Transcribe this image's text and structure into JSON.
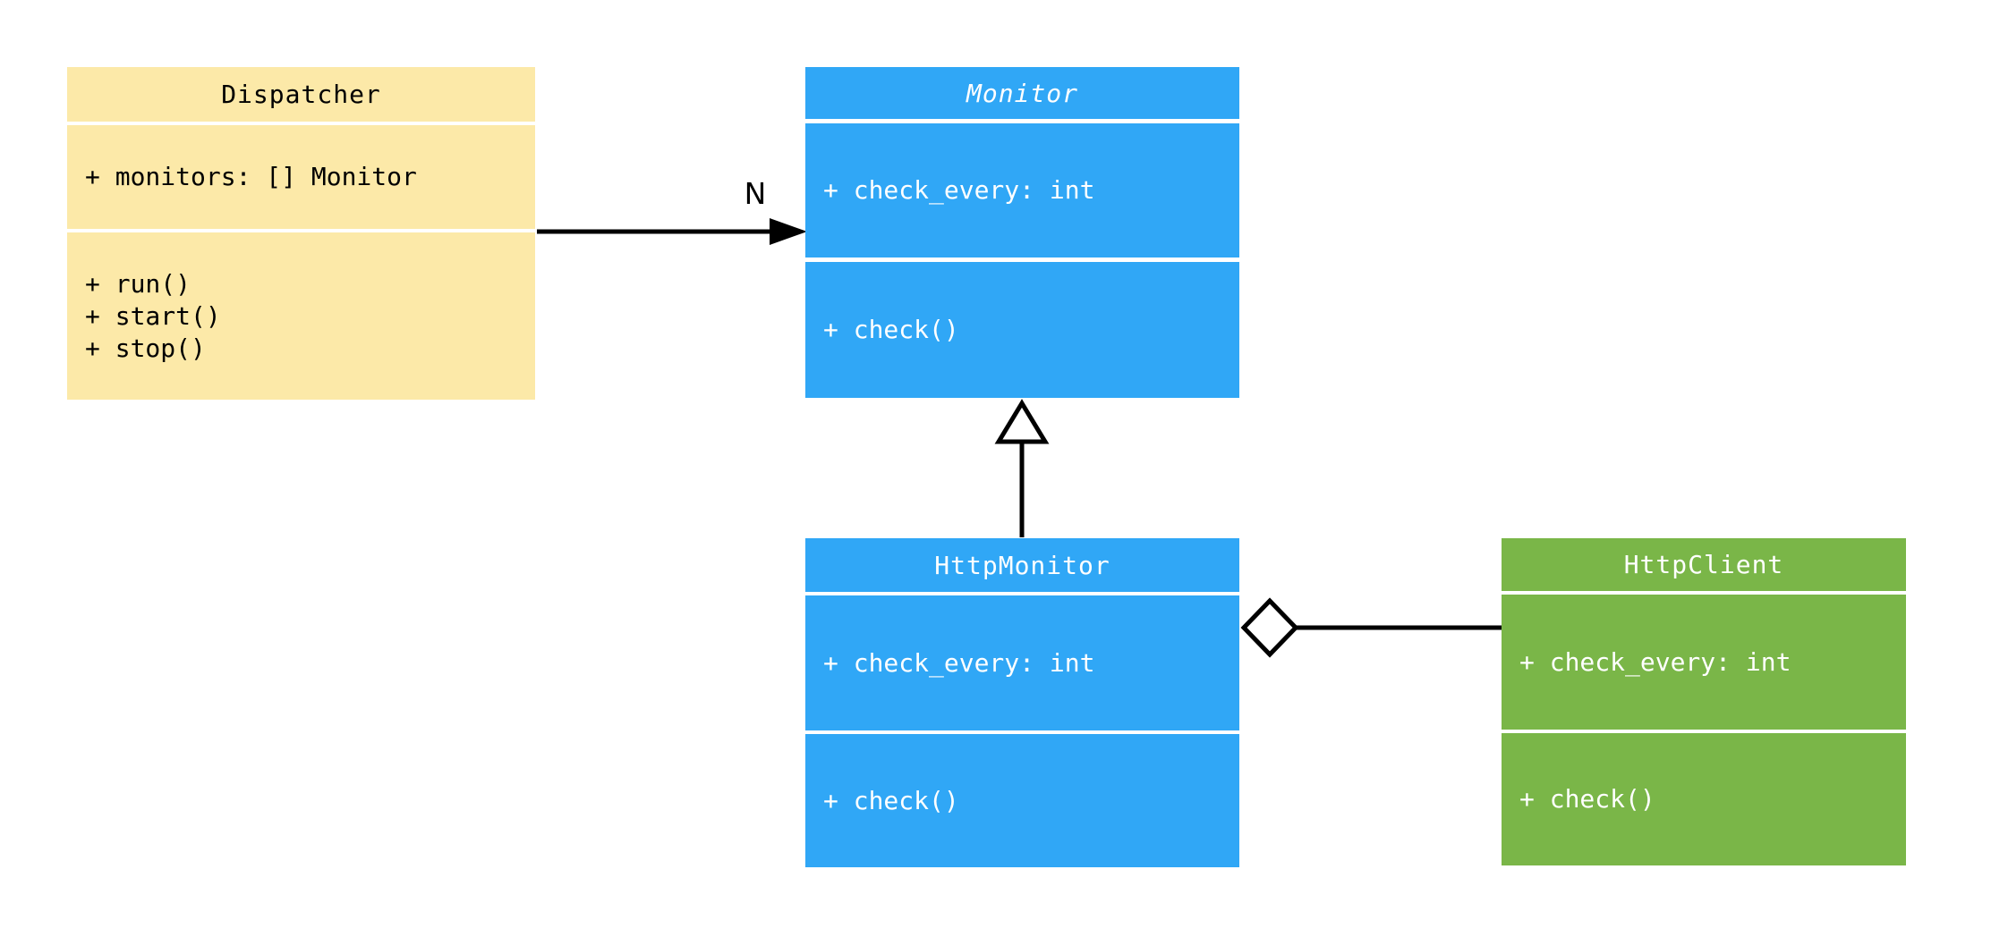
{
  "diagram": {
    "kind": "uml-class-diagram",
    "background": "#ffffff",
    "line_color": "#000000",
    "classes": [
      {
        "id": "dispatcher",
        "name": "Dispatcher",
        "abstract": false,
        "fill": "#FCE9A8",
        "text_color": "#000000",
        "attributes": [
          "+ monitors: [] Monitor"
        ],
        "methods": [
          "+ run()",
          "+ start()",
          "+ stop()"
        ]
      },
      {
        "id": "monitor",
        "name": "Monitor",
        "abstract": true,
        "fill": "#30A7F6",
        "text_color": "#ffffff",
        "attributes": [
          "+ check_every: int"
        ],
        "methods": [
          "+ check()"
        ]
      },
      {
        "id": "http-monitor",
        "name": "HttpMonitor",
        "abstract": false,
        "fill": "#30A7F6",
        "text_color": "#ffffff",
        "attributes": [
          "+ check_every: int"
        ],
        "methods": [
          "+ check()"
        ]
      },
      {
        "id": "http-client",
        "name": "HttpClient",
        "abstract": false,
        "fill": "#7AB648",
        "text_color": "#ffffff",
        "attributes": [
          "+ check_every: int"
        ],
        "methods": [
          "+ check()"
        ]
      }
    ],
    "relationships": [
      {
        "type": "association",
        "from": "Dispatcher",
        "to": "Monitor",
        "multiplicity_label": "N",
        "arrow": "filled-arrowhead"
      },
      {
        "type": "inheritance",
        "from": "HttpMonitor",
        "to": "Monitor",
        "arrow": "hollow-triangle"
      },
      {
        "type": "aggregation",
        "from": "HttpMonitor",
        "to": "HttpClient",
        "arrow": "hollow-diamond"
      }
    ]
  }
}
